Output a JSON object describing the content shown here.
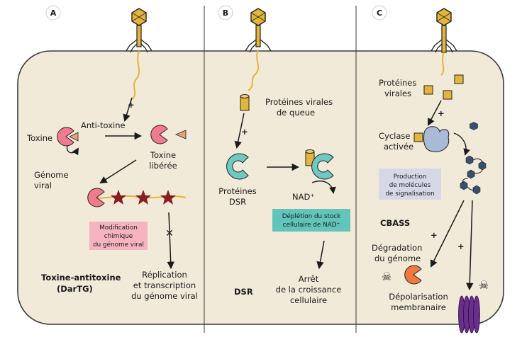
{
  "colors": {
    "cell": "#f2ead8",
    "cell_border": "#3a3a3a",
    "yellow": "#e3b53a",
    "pink": "#f07b8e",
    "teal": "#6ec9c3",
    "purple": "#6a2f8c",
    "orange": "#ef7a3c",
    "star": "#8b1c22",
    "pink_box": "#f6b3c0",
    "teal_box": "#61c5bb",
    "lavender_box": "#d6d8e8",
    "cyclase": "#a9b9d6",
    "cgamp": "#36506e"
  },
  "panelA": {
    "letter": "A",
    "plus": "+",
    "toxine": "Toxine",
    "anti_toxine": "Anti-toxine",
    "toxine_liberee": [
      "Toxine",
      "libérée"
    ],
    "genome_viral": [
      "Génome",
      "viral"
    ],
    "modification": [
      "Modification",
      "chimique",
      "du génome viral"
    ],
    "block": "✕",
    "replication": [
      "Réplication",
      "et transcription",
      "du génome viral"
    ],
    "title": [
      "Toxine-antitoxine",
      "(DarTG)"
    ]
  },
  "panelB": {
    "letter": "B",
    "plus": "+",
    "proteines_virales": [
      "Protéines virales",
      "de queue"
    ],
    "proteines_dsr": [
      "Protéines",
      "DSR"
    ],
    "nad": "NAD⁺",
    "depletion": [
      "Déplétion du stock",
      "cellulaire de NAD⁺"
    ],
    "arret": [
      "Arrêt",
      "de la croissance",
      "cellulaire"
    ],
    "title": "DSR"
  },
  "panelC": {
    "letter": "C",
    "plus": "+",
    "proteines_virales": [
      "Protéines",
      "virales"
    ],
    "cyclase": [
      "Cyclase",
      "activée"
    ],
    "production": [
      "Production",
      "de molécules",
      "de signalisation"
    ],
    "title": "CBASS",
    "degradation": [
      "Dégradation",
      "du génome"
    ],
    "depolarisation": [
      "Dépolarisation",
      "membranaire"
    ],
    "skull": "☠"
  }
}
